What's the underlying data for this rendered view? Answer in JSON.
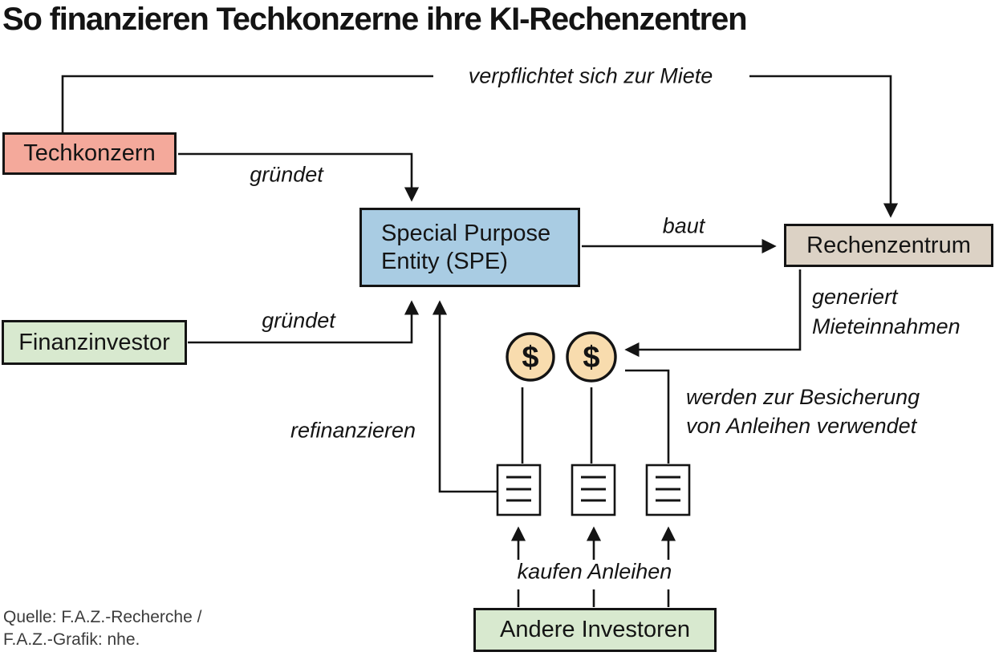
{
  "title": "So finanzieren Techkonzerne ihre KI-Rechenzentren",
  "nodes": {
    "techkonzern": {
      "label": "Techkonzern",
      "fill": "#f4a99b"
    },
    "finanzinvestor": {
      "label": "Finanzinvestor",
      "fill": "#d8e9cf"
    },
    "spe": {
      "label_line1": "Special Purpose",
      "label_line2": "Entity (SPE)",
      "fill": "#a9cce3"
    },
    "rechenzentrum": {
      "label": "Rechenzentrum",
      "fill": "#dcd2c5"
    },
    "andere_investoren": {
      "label": "Andere Investoren",
      "fill": "#d8e9cf"
    }
  },
  "edges": {
    "verpflichtet": "verpflichtet sich zur Miete",
    "gruendet_techkonzern": "gründet",
    "baut": "baut",
    "generiert_line1": "generiert",
    "generiert_line2": "Mieteinnahmen",
    "gruendet_finanzinvestor": "gründet",
    "refinanzieren": "refinanzieren",
    "besicherung_line1": "werden zur Besicherung",
    "besicherung_line2": "von Anleihen verwendet",
    "kaufen": "kaufen Anleihen"
  },
  "icons": {
    "dollar_sign": "$"
  },
  "colors": {
    "coin_fill": "#f8dcae",
    "document_fill": "#ffffff",
    "line": "#141414",
    "background": "#ffffff"
  },
  "source": {
    "line1": "Quelle: F.A.Z.-Recherche /",
    "line2": "F.A.Z.-Grafik: nhe."
  }
}
